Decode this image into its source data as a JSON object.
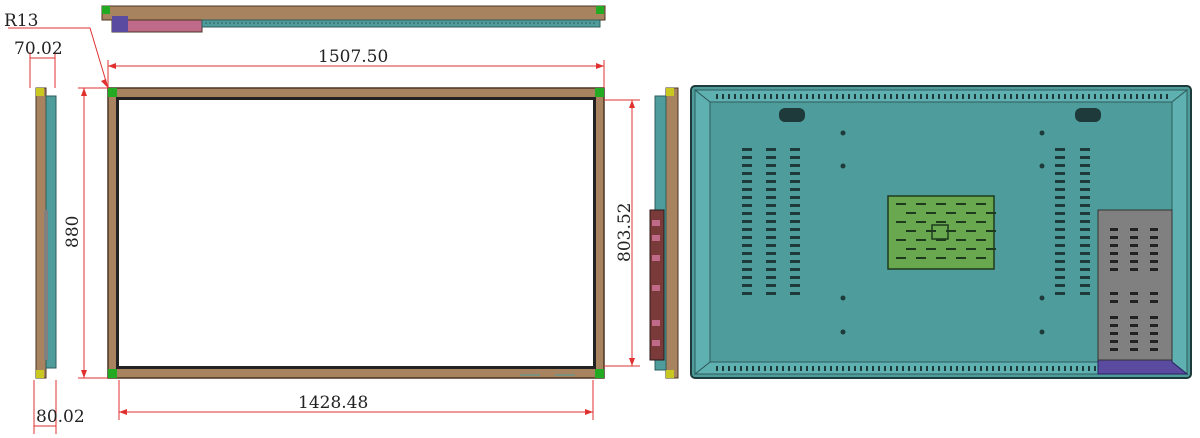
{
  "dimensions": {
    "radius": "R13",
    "side_depth_top": "70.02",
    "overall_width": "1507.50",
    "overall_height": "880",
    "active_height": "803.52",
    "side_depth_bottom": "80.02",
    "active_width": "1428.48"
  },
  "colors": {
    "frame": "#a8835f",
    "frame_dark": "#6b4e33",
    "screen": "#ffffff",
    "back_panel": "#4f9c9c",
    "back_panel_dark": "#2f5c5c",
    "vesa_plate": "#6aa84f",
    "control_box": "#808080",
    "purple": "#5a4aa0",
    "corner_green": "#22aa22",
    "dim_line": "#e03030"
  }
}
